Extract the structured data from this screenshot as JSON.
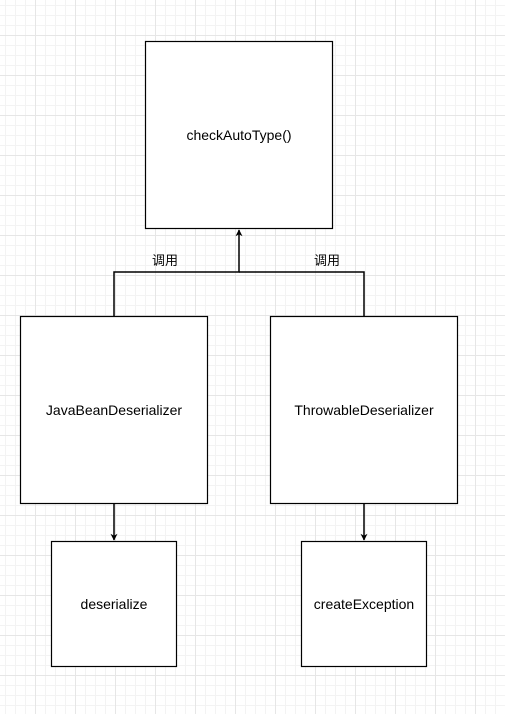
{
  "diagram": {
    "nodes": {
      "check_auto_type": {
        "label": "checkAutoType()"
      },
      "java_bean_deserializer": {
        "label": "JavaBeanDeserializer"
      },
      "throwable_deserializer": {
        "label": "ThrowableDeserializer"
      },
      "deserialize": {
        "label": "deserialize"
      },
      "create_exception": {
        "label": "createException"
      }
    },
    "edges": {
      "left_call": {
        "label": "调用"
      },
      "right_call": {
        "label": "调用"
      }
    },
    "colors": {
      "stroke": "#000000",
      "fill": "#ffffff",
      "grid_major": "#e6e6e6",
      "grid_minor": "#f3f3f3"
    }
  }
}
